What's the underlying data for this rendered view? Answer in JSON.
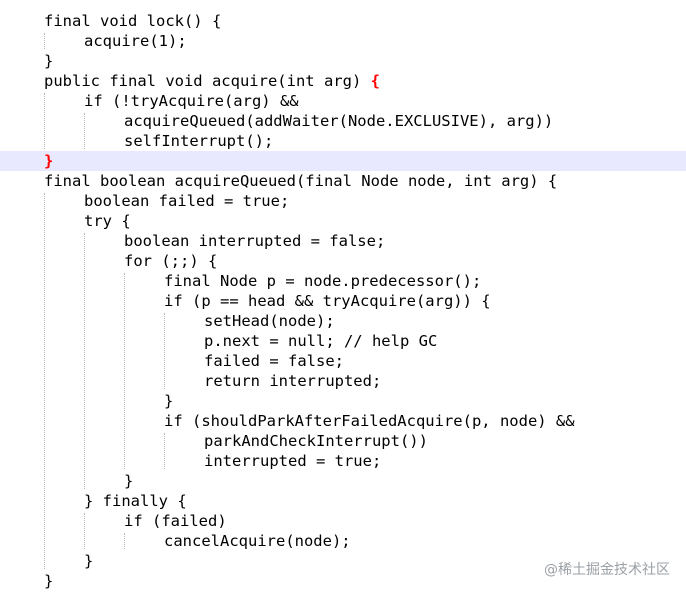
{
  "editor": {
    "lines": [
      {
        "id": "line-01",
        "indent": 0,
        "text": "final void lock() {"
      },
      {
        "id": "line-02",
        "indent": 1,
        "text": "acquire(1);"
      },
      {
        "id": "line-03",
        "indent": 0,
        "text": "}"
      },
      {
        "id": "line-04",
        "indent": 0,
        "text": "public final void acquire(int arg) ",
        "brace": "{"
      },
      {
        "id": "line-05",
        "indent": 1,
        "text": "if (!tryAcquire(arg) &&"
      },
      {
        "id": "line-06",
        "indent": 2,
        "text": "acquireQueued(addWaiter(Node.EXCLUSIVE), arg))"
      },
      {
        "id": "line-07",
        "indent": 2,
        "text": "selfInterrupt();"
      },
      {
        "id": "line-08",
        "indent": 0,
        "text": "",
        "brace": "}",
        "current": true
      },
      {
        "id": "line-09",
        "indent": 0,
        "text": "final boolean acquireQueued(final Node node, int arg) {"
      },
      {
        "id": "line-10",
        "indent": 1,
        "text": "boolean failed = true;"
      },
      {
        "id": "line-11",
        "indent": 1,
        "text": "try {"
      },
      {
        "id": "line-12",
        "indent": 2,
        "text": "boolean interrupted = false;"
      },
      {
        "id": "line-13",
        "indent": 2,
        "text": "for (;;) {"
      },
      {
        "id": "line-14",
        "indent": 3,
        "text": "final Node p = node.predecessor();"
      },
      {
        "id": "line-15",
        "indent": 3,
        "text": "if (p == head && tryAcquire(arg)) {"
      },
      {
        "id": "line-16",
        "indent": 4,
        "text": "setHead(node);"
      },
      {
        "id": "line-17",
        "indent": 4,
        "text": "p.next = null; // help GC"
      },
      {
        "id": "line-18",
        "indent": 4,
        "text": "failed = false;"
      },
      {
        "id": "line-19",
        "indent": 4,
        "text": "return interrupted;"
      },
      {
        "id": "line-20",
        "indent": 3,
        "text": "}"
      },
      {
        "id": "line-21",
        "indent": 3,
        "text": "if (shouldParkAfterFailedAcquire(p, node) &&"
      },
      {
        "id": "line-22",
        "indent": 4,
        "text": "parkAndCheckInterrupt())"
      },
      {
        "id": "line-23",
        "indent": 4,
        "text": "interrupted = true;"
      },
      {
        "id": "line-24",
        "indent": 2,
        "text": "}"
      },
      {
        "id": "line-25",
        "indent": 1,
        "text": "} finally {"
      },
      {
        "id": "line-26",
        "indent": 2,
        "text": "if (failed)"
      },
      {
        "id": "line-27",
        "indent": 3,
        "text": "cancelAcquire(node);"
      },
      {
        "id": "line-28",
        "indent": 1,
        "text": "}"
      },
      {
        "id": "line-29",
        "indent": 0,
        "text": "}"
      }
    ]
  },
  "watermark": "@稀土掘金技术社区"
}
